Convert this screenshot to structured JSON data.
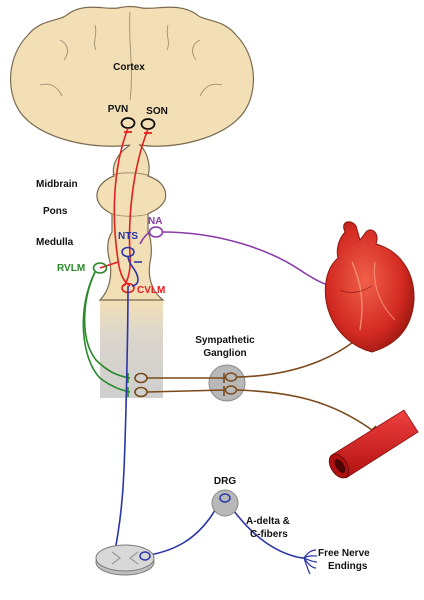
{
  "labels": {
    "cortex": "Cortex",
    "pvn": "PVN",
    "son": "SON",
    "midbrain": "Midbrain",
    "pons": "Pons",
    "medulla": "Medulla",
    "nts": "NTS",
    "na": "NA",
    "rvlm": "RVLM",
    "cvlm": "CVLM",
    "sympathetic": "Sympathetic",
    "ganglion": "Ganglion",
    "drg": "DRG",
    "adelta": "A-delta &",
    "cfibers": "C-fibers",
    "free": "Free Nerve",
    "endings": "Endings"
  },
  "colors": {
    "brain": "#f3dfb6",
    "brain_outline": "#7a6a50",
    "spinal_cord": "#d4d4d4",
    "red_pathway": "#e02020",
    "blue_pathway": "#2a35a8",
    "purple_pathway": "#8a3aa8",
    "green_pathway": "#2a8a2a",
    "brown_pathway": "#7a4a1a",
    "heart": "#d8322a",
    "vessel": "#d82020",
    "ganglion_fill": "#b8b8b8"
  },
  "icons": [
    "brain-diagram",
    "heart-icon",
    "blood-vessel-icon",
    "spinal-cord-section-icon",
    "free-nerve-endings-icon"
  ]
}
